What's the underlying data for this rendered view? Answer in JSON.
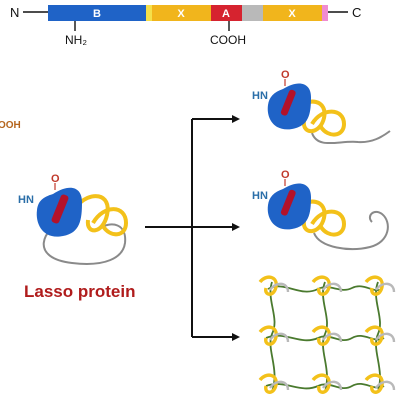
{
  "sequence_bar": {
    "n_terminus": "N",
    "c_terminus": "C",
    "segments": [
      {
        "label": "B",
        "color": "#1f63c7"
      },
      {
        "label": "",
        "color": "#f5e04a"
      },
      {
        "label": "X",
        "color": "#f1b51c"
      },
      {
        "label": "A",
        "color": "#d6232f"
      },
      {
        "label": "",
        "color": "#b9b9b9"
      },
      {
        "label": "X",
        "color": "#f1b51c"
      },
      {
        "label": "",
        "color": "#f08bd0"
      }
    ],
    "amine_label": "NH₂",
    "carboxyl_label": "COOH"
  },
  "left_cutoff_label": "OOH",
  "lasso": {
    "title": "Lasso protein",
    "amide_hn": "HN",
    "amide_o": "O"
  },
  "outputs": {
    "top": {
      "amide_hn": "HN",
      "amide_o": "O"
    },
    "middle": {
      "amide_hn": "HN",
      "amide_o": "O"
    },
    "bottom": {}
  },
  "colors": {
    "blue": "#1f63c7",
    "red": "#b3122a",
    "gold": "#f3c11a",
    "gray": "#8a8a8a",
    "green": "#4a7a2e",
    "title": "#b01c1c",
    "amide_text": "#2a6ea8",
    "o_text": "#c0392b"
  }
}
